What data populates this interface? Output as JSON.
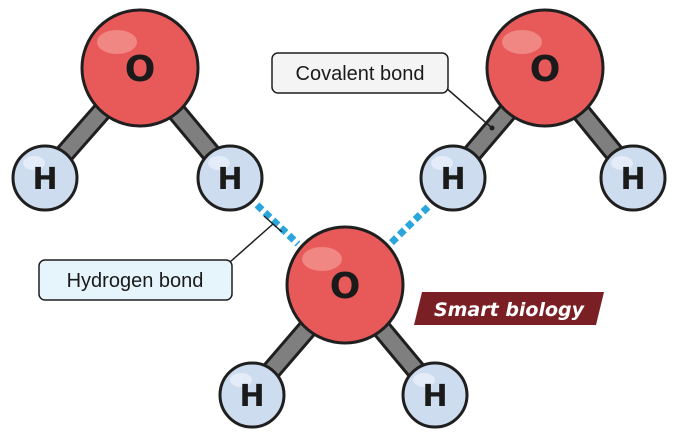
{
  "diagram": {
    "atoms": {
      "oxygen_symbol": "O",
      "hydrogen_symbol": "H"
    },
    "labels": {
      "covalent_bond": "Covalent bond",
      "hydrogen_bond": "Hydrogen bond"
    },
    "watermark": "Smart biology",
    "colors": {
      "oxygen_fill": "#e85a5a",
      "oxygen_highlight": "#f39a93",
      "hydrogen_fill": "#cddcee",
      "hydrogen_highlight": "#e8f0fa",
      "outline": "#1f1f1f",
      "covalent_bond": "#7f7f7f",
      "hydrogen_bond": "#2aa6dc",
      "callout_covalent_bg": "#f4f4f4",
      "callout_hydrogen_bg": "#e6f4fb",
      "watermark_bg": "#7a1f23"
    }
  }
}
